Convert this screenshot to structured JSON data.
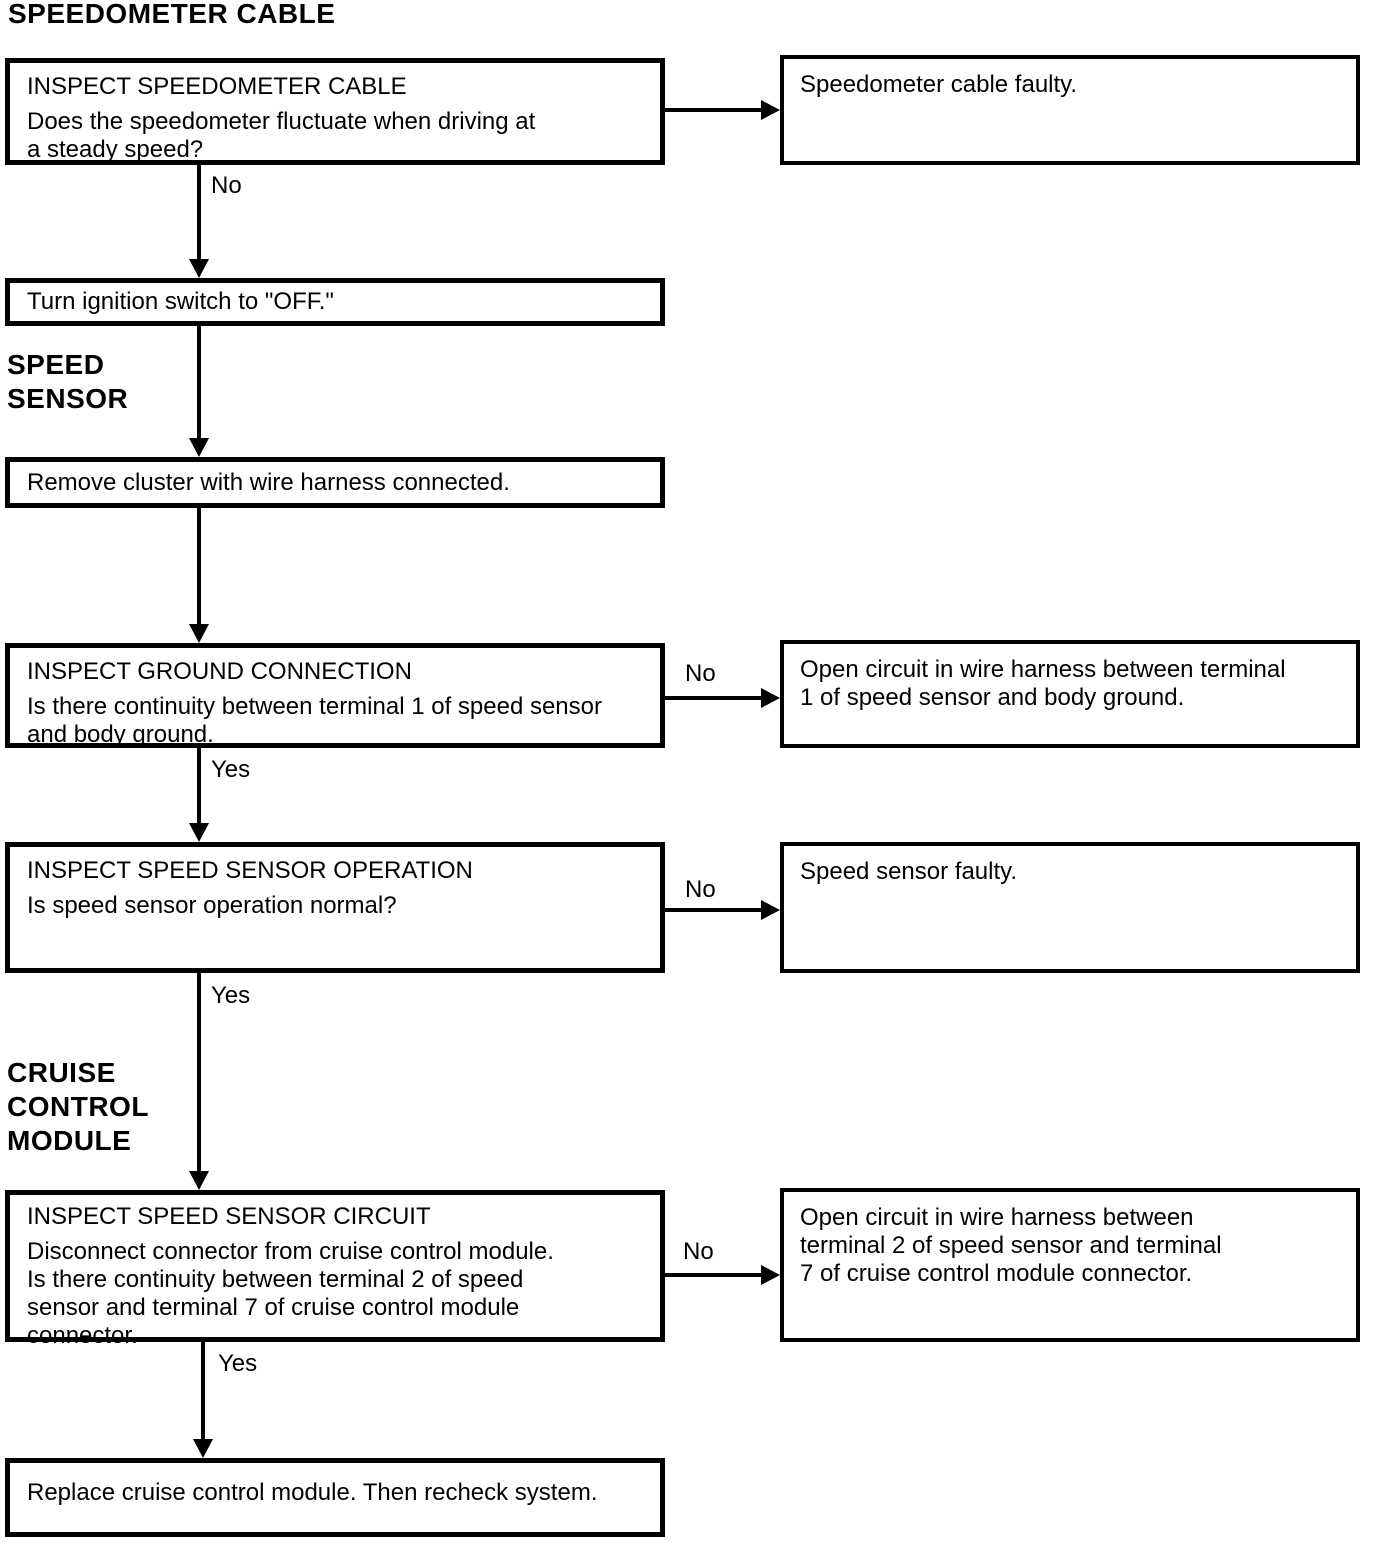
{
  "page_title": "SPEEDOMETER CABLE",
  "section_labels": {
    "speed_sensor": "SPEED\nSENSOR",
    "cruise_control_module": "CRUISE\nCONTROL\nMODULE"
  },
  "flow": {
    "nodes": [
      {
        "id": "inspect-speedometer-cable",
        "heading": "INSPECT SPEEDOMETER CABLE",
        "body": "Does the speedometer fluctuate when driving at\na steady speed?"
      },
      {
        "id": "turn-ignition-off",
        "body": "Turn ignition switch to \"OFF.\""
      },
      {
        "id": "remove-cluster",
        "body": "Remove cluster with wire harness connected."
      },
      {
        "id": "inspect-ground-connection",
        "heading": "INSPECT GROUND CONNECTION",
        "body": "Is there continuity between terminal 1 of speed sensor\nand body ground."
      },
      {
        "id": "inspect-speed-sensor-operation",
        "heading": "INSPECT SPEED SENSOR OPERATION",
        "body": "Is speed sensor operation normal?"
      },
      {
        "id": "inspect-speed-sensor-circuit",
        "heading": "INSPECT SPEED SENSOR CIRCUIT",
        "body": "Disconnect connector from cruise control module.\nIs there continuity between terminal 2 of speed\nsensor and terminal 7 of cruise control module\nconnector."
      },
      {
        "id": "replace-cruise-control-module",
        "body": "Replace cruise control module. Then recheck system."
      }
    ],
    "results": [
      {
        "id": "speedometer-cable-faulty",
        "body": "Speedometer cable faulty."
      },
      {
        "id": "open-circuit-terminal-1",
        "body": "Open circuit in wire harness between terminal\n1 of speed sensor and body ground."
      },
      {
        "id": "speed-sensor-faulty",
        "body": "Speed sensor faulty."
      },
      {
        "id": "open-circuit-terminal-2-7",
        "body": "Open circuit in wire harness between\nterminal 2 of speed sensor and terminal\n7 of cruise control module connector."
      }
    ],
    "labels": {
      "yes": "Yes",
      "no": "No"
    }
  }
}
